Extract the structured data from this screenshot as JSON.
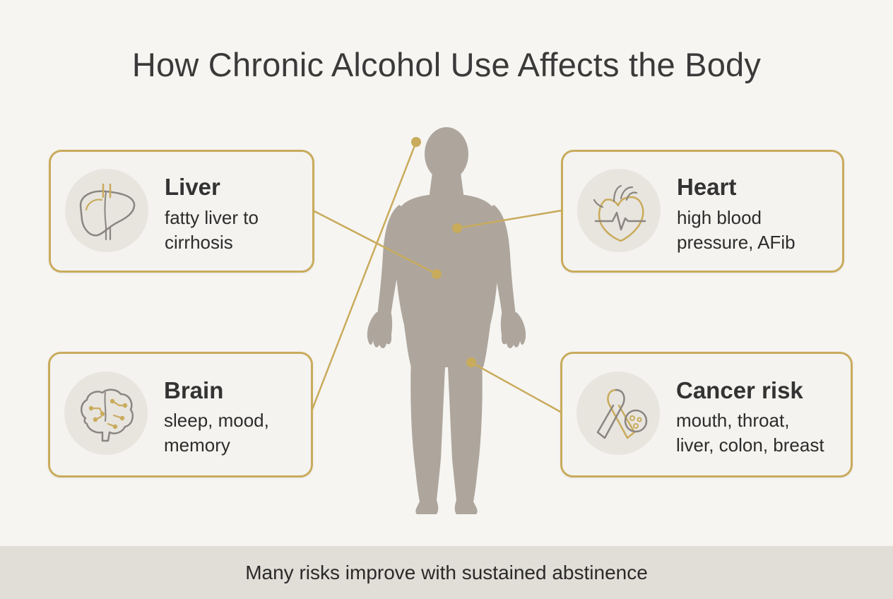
{
  "title": "How Chronic Alcohol Use Affects the Body",
  "cards": [
    {
      "id": "liver",
      "title": "Liver",
      "lines": [
        "fatty liver to",
        "cirrhosis"
      ],
      "icon": "liver-icon"
    },
    {
      "id": "heart",
      "title": "Heart",
      "lines": [
        "high blood",
        "pressure, AFib"
      ],
      "icon": "heart-icon"
    },
    {
      "id": "brain",
      "title": "Brain",
      "lines": [
        "sleep, mood,",
        "memory"
      ],
      "icon": "brain-icon"
    },
    {
      "id": "cancer",
      "title": "Cancer risk",
      "lines": [
        "mouth, throat,",
        "liver, colon, breast"
      ],
      "icon": "ribbon-icon"
    }
  ],
  "footer": "Many risks improve with sustained abstinence",
  "colors": {
    "accent": "#c9ab5c",
    "silhouette": "#aea69d",
    "footer_bg": "#e1ddd7",
    "background": "#f6f5f2"
  }
}
